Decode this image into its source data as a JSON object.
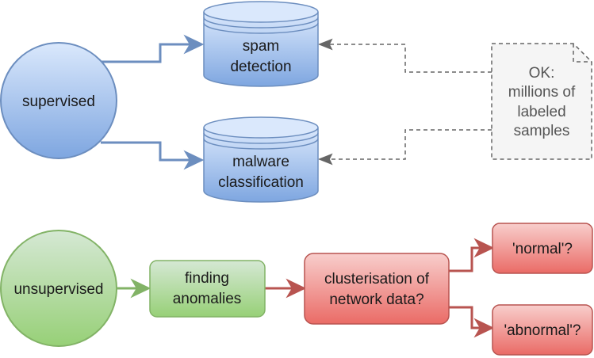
{
  "diagram": {
    "supervised": {
      "label": "supervised",
      "targets": [
        {
          "lines": [
            "spam",
            "detection"
          ]
        },
        {
          "lines": [
            "malware",
            "classification"
          ]
        }
      ]
    },
    "note": {
      "lines": [
        "OK:",
        "millions of",
        "labeled",
        "samples"
      ]
    },
    "unsupervised": {
      "label": "unsupervised",
      "step": {
        "lines": [
          "finding",
          "anomalies"
        ]
      },
      "cluster": {
        "lines": [
          "clusterisation of",
          "network data?"
        ]
      },
      "outcomes": [
        {
          "label": "'normal'?"
        },
        {
          "label": "'abnormal'?"
        }
      ]
    },
    "colors": {
      "blue_fill_top": "#dae8fc",
      "blue_fill_bottom": "#7ea6e0",
      "blue_stroke": "#6c8ebf",
      "green_fill_top": "#d5e8d4",
      "green_fill_bottom": "#97d077",
      "green_stroke": "#82b366",
      "red_fill_top": "#f8cecc",
      "red_fill_bottom": "#ea6b66",
      "red_stroke": "#b85450",
      "note_fill": "#f5f5f5",
      "note_stroke": "#666666"
    }
  }
}
